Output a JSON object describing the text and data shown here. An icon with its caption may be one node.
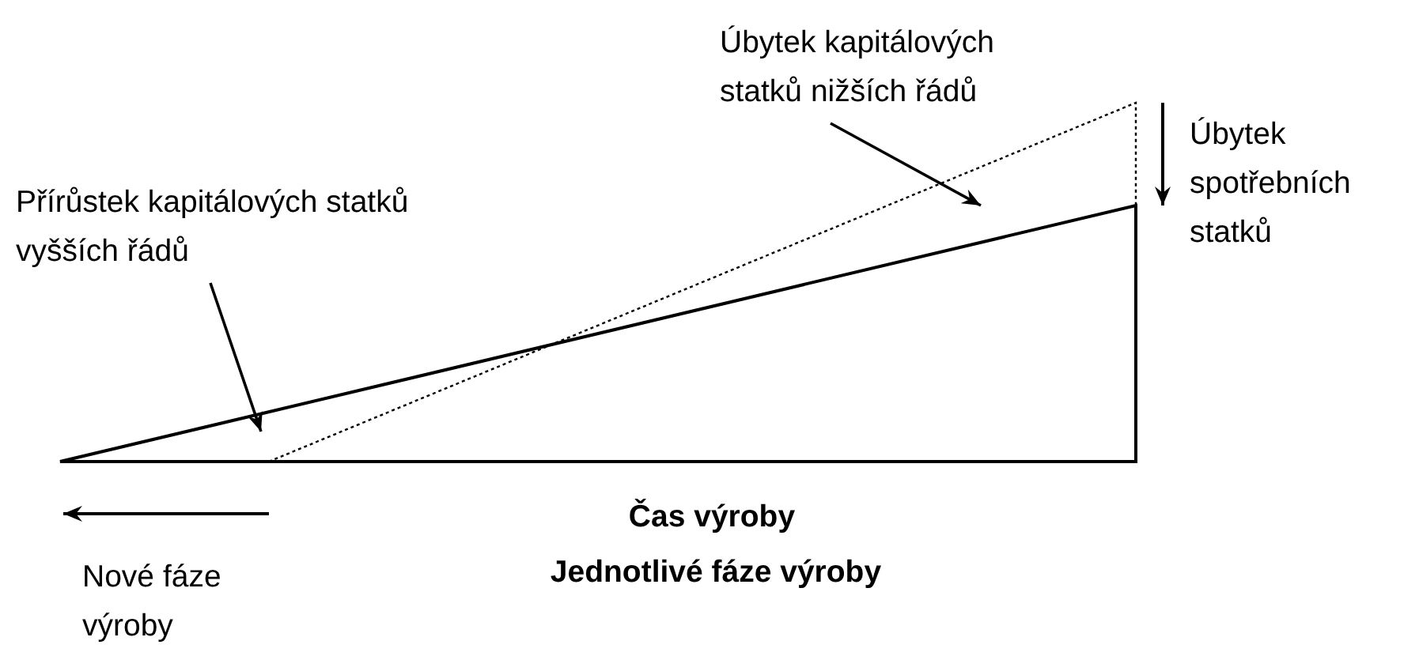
{
  "diagram": {
    "nodes": [
      {
        "text": [
          "Úbytek kapitálových statků nižších řádů"
        ]
      },
      {
        "text": [
          "Přírůstek kapitálových statků vyšších řádů"
        ]
      }
    ],
    "edges": [
      {
        "from": 0,
        "to": null,
        "arrow": "to"
      },
      {
        "from": 1,
        "to": null,
        "arrow": "to"
      }
    ],
    "labels": [
      "Úbytek spotřebních statků",
      "Čas výroby",
      "Nové fáze výroby",
      "Jednotlivé fáze výroby"
    ]
  }
}
